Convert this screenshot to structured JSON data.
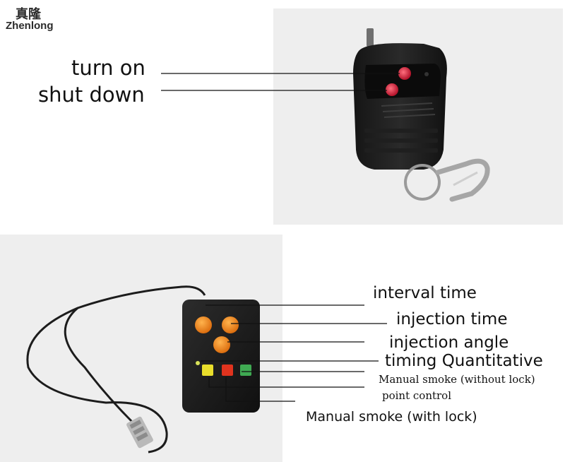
{
  "logo": {
    "chinese": "真隆",
    "brand": "Zhenlong"
  },
  "remote": {
    "buttons": [
      "turn on",
      "shut down"
    ]
  },
  "controller": {
    "labels": [
      "interval time",
      "injection time",
      "injection angle",
      "timing Quantitative",
      "Manual smoke (without lock)",
      "point control",
      "Manual smoke (with lock)"
    ]
  }
}
